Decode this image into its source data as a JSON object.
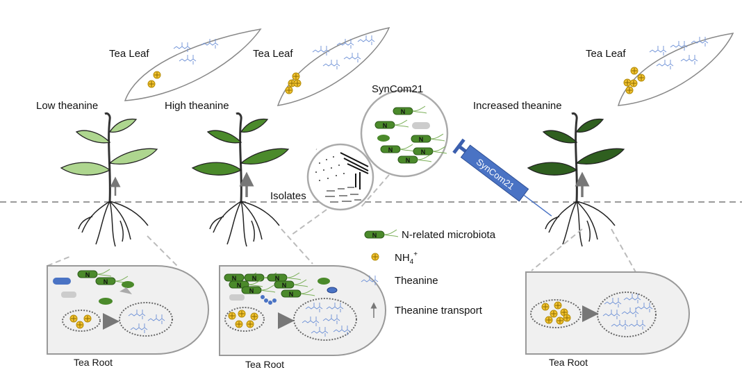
{
  "labels": {
    "tea_leaf": "Tea Leaf",
    "tea_root": "Tea Root",
    "low_theanine": "Low theanine",
    "high_theanine": "High theanine",
    "increased_theanine": "Increased theanine",
    "syncom": "SynCom21",
    "isolates": "Isolates",
    "syringe_label": "SynCom21",
    "bacterium_letter": "N"
  },
  "legend": {
    "microbiota": "N-related microbiota",
    "nh4": "NH",
    "nh4_sub": "4",
    "nh4_sup": "+",
    "theanine": "Theanine",
    "transport": "Theanine transport"
  },
  "colors": {
    "leaf_low": "#aed68f",
    "leaf_high": "#4b8a2b",
    "leaf_increased": "#2f5f1f",
    "nh4": "#f2c230",
    "theanine": "#6b8fd6",
    "syringe": "#4a73c4"
  }
}
